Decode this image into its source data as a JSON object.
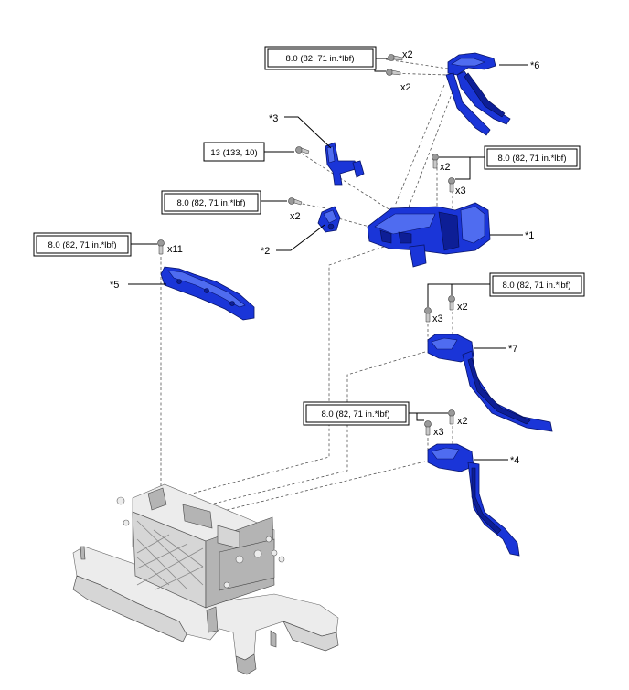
{
  "parts": {
    "p1": "*1",
    "p2": "*2",
    "p3": "*3",
    "p4": "*4",
    "p5": "*5",
    "p6": "*6",
    "p7": "*7"
  },
  "torques": {
    "t_top": "8.0 (82, 71 in.*lbf)",
    "t13": "13 (133, 10)",
    "t_left": "8.0 (82, 71 in.*lbf)",
    "t_right1": "8.0 (82, 71 in.*lbf)",
    "t_p5": "8.0 (82, 71 in.*lbf)",
    "t_right2": "8.0 (82, 71 in.*lbf)",
    "t_p4": "8.0 (82, 71 in.*lbf)"
  },
  "counts": {
    "c_top1": "x2",
    "c_top2": "x2",
    "c_p1a": "x2",
    "c_p1b": "x3",
    "c_p2": "x2",
    "c_p5": "x11",
    "c_p7a": "x3",
    "c_p7b": "x2",
    "c_p4a": "x2",
    "c_p4b": "x3"
  },
  "colors": {
    "part_blue": "#1a35d8",
    "base_gray": "#d6d6d6"
  }
}
